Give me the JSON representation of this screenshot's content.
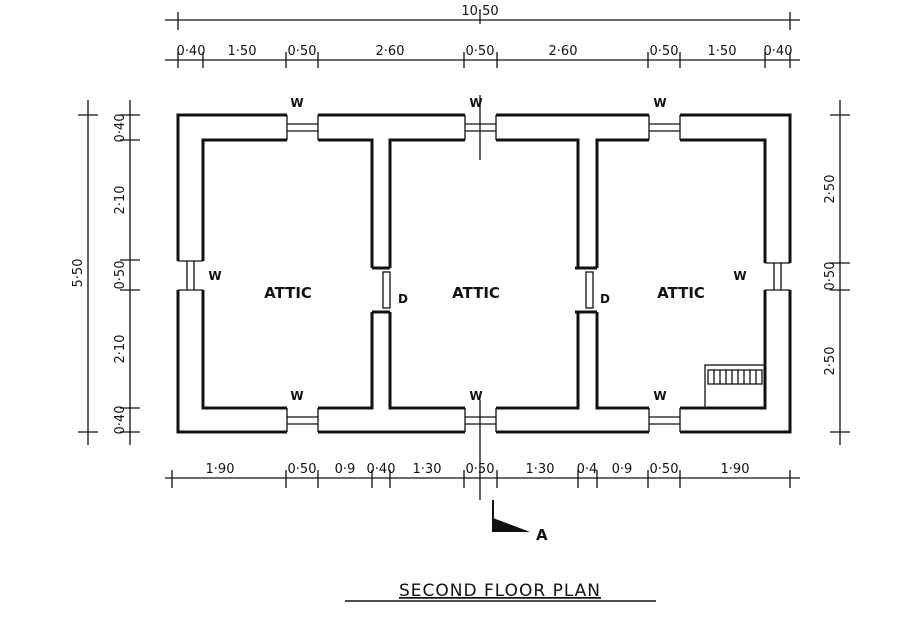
{
  "title": "SECOND FLOOR PLAN",
  "rooms": [
    "ATTIC",
    "ATTIC",
    "ATTIC"
  ],
  "window_label": "W",
  "door_label": "D",
  "section_label": "A",
  "dimensions": {
    "overall_width": "10·50",
    "top": [
      "0·40",
      "1·50",
      "0·50",
      "2·60",
      "0·50",
      "2·60",
      "0·50",
      "1·50",
      "0·40"
    ],
    "bottom": [
      "1·90",
      "0·50",
      "0·9",
      "0·40",
      "1·30",
      "0·50",
      "1·30",
      "0·4",
      "0·9",
      "0·50",
      "1·90"
    ],
    "overall_depth": "5·50",
    "left": [
      "0·40",
      "2·10",
      "0·50",
      "2·10",
      "0·40"
    ],
    "right": [
      "2·50",
      "0·50",
      "2·50"
    ]
  }
}
